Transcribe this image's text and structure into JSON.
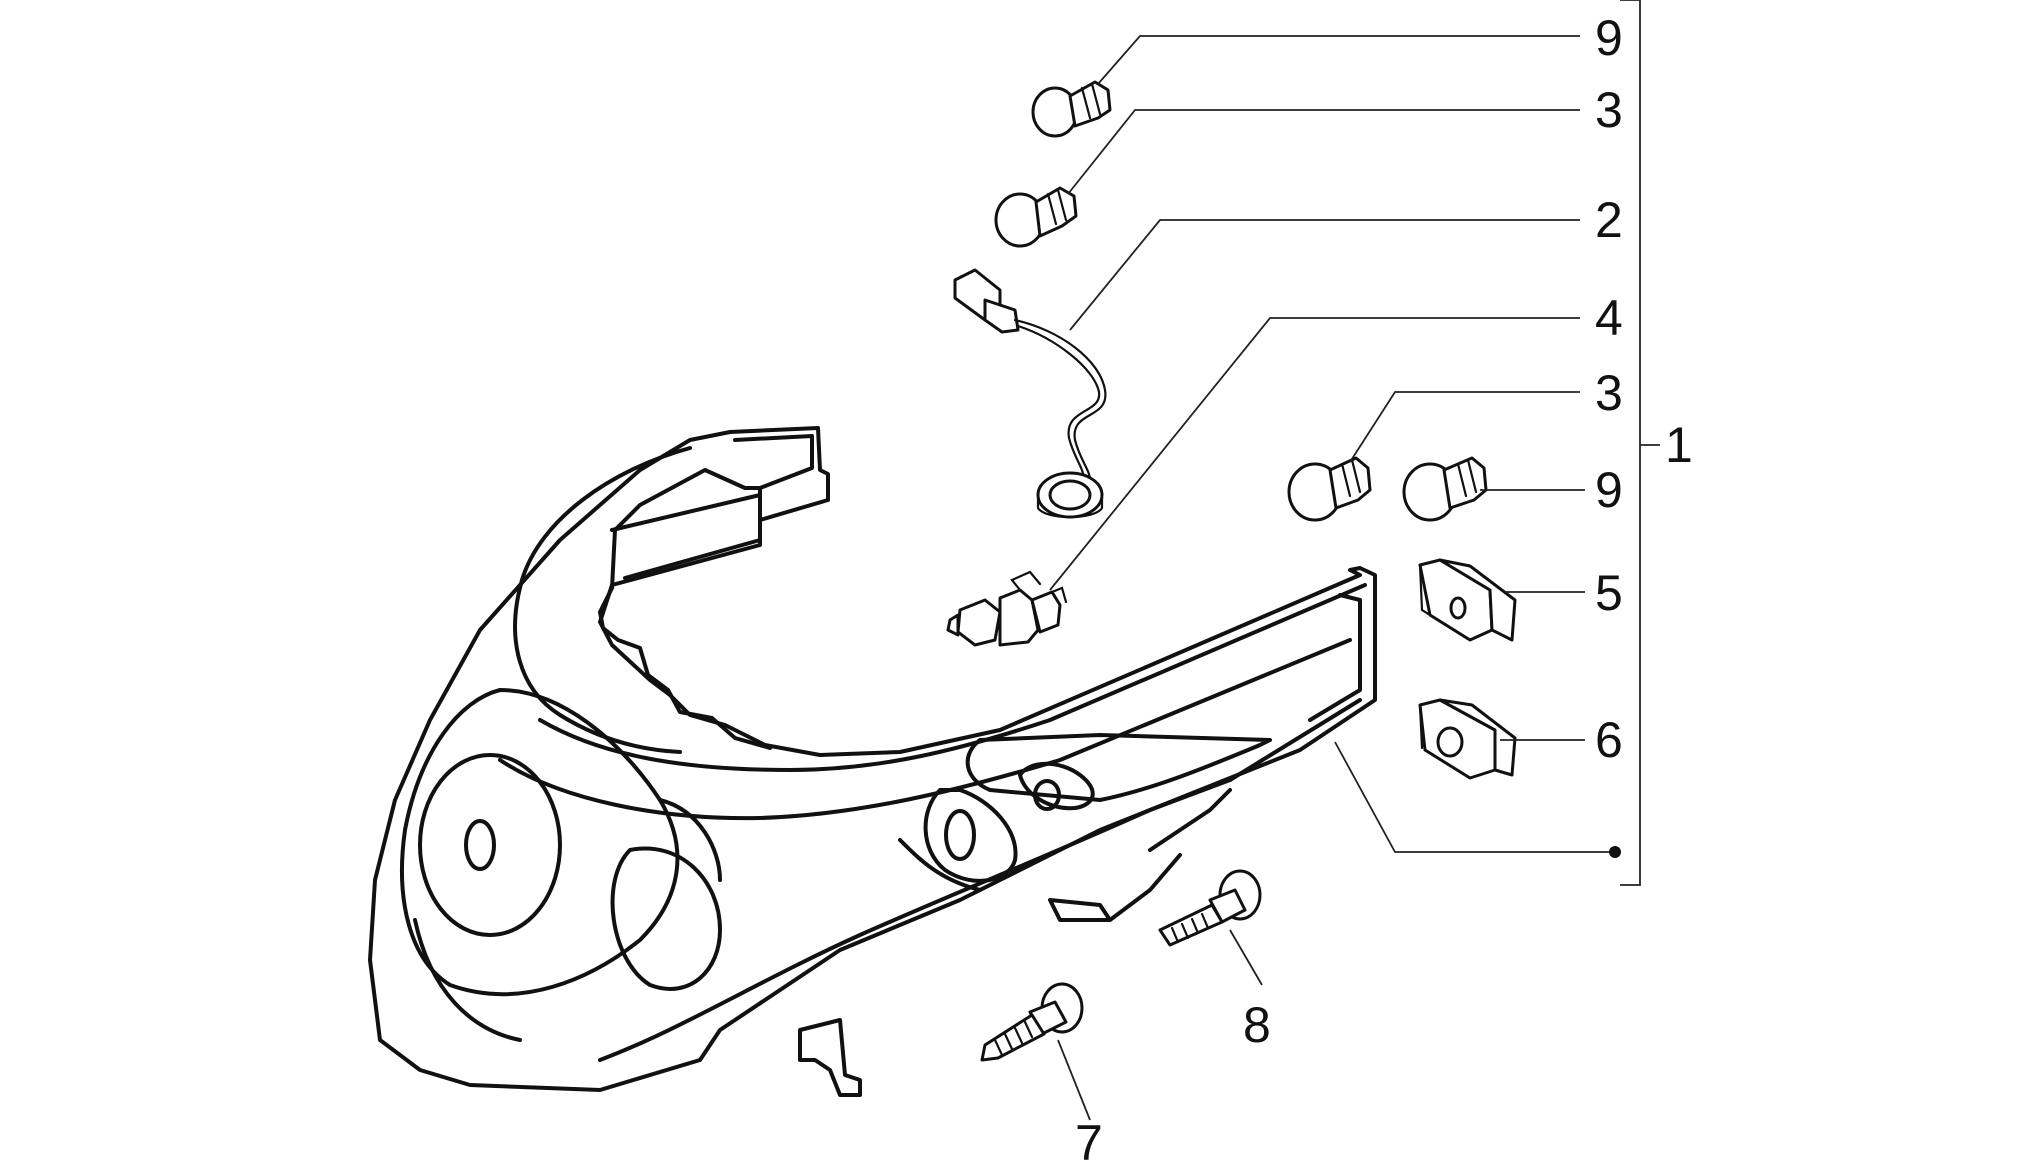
{
  "callouts": {
    "c9_top": "9",
    "c3_top": "3",
    "c2": "2",
    "c4": "4",
    "c3_mid": "3",
    "c9_mid": "9",
    "c5": "5",
    "c6": "6",
    "c1": "1",
    "c8": "8",
    "c7": "7"
  },
  "colors": {
    "line": "#111111",
    "background": "#ffffff"
  }
}
